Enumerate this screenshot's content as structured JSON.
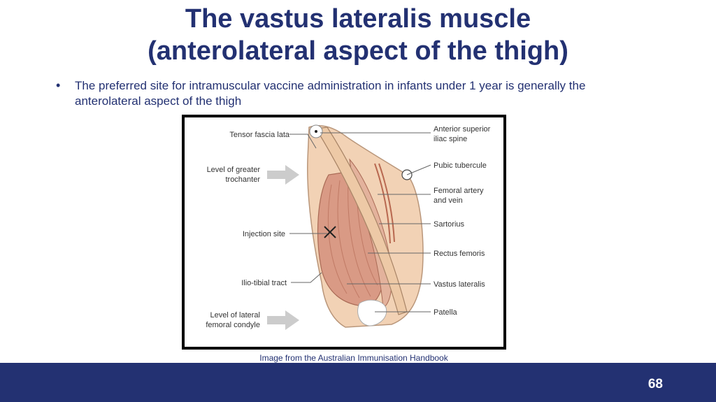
{
  "slide": {
    "title_line1": "The vastus lateralis muscle",
    "title_line2": "(anterolateral aspect of the thigh)",
    "bullet": "The preferred site for intramuscular vaccine administration in infants under 1 year is generally the anterolateral aspect of the thigh",
    "bullet_marker": "•",
    "caption": "Image from the Australian Immunisation Handbook",
    "page_number": "68"
  },
  "figure": {
    "labels_left": [
      "Tensor fascia lata",
      "Level of greater",
      "trochanter",
      "Injection site",
      "Ilio-tibial tract",
      "Level of lateral",
      "femoral condyle"
    ],
    "labels_right": [
      "Anterior superior",
      "iliac spine",
      "Pubic tubercule",
      "Femoral artery",
      "and vein",
      "Sartorius",
      "Rectus femoris",
      "Vastus lateralis",
      "Patella"
    ]
  },
  "colors": {
    "title": "#233172",
    "footer": "#233172",
    "skin": "#f2d2b5",
    "muscle": "#d99a85",
    "muscle_dark": "#c07a65"
  }
}
